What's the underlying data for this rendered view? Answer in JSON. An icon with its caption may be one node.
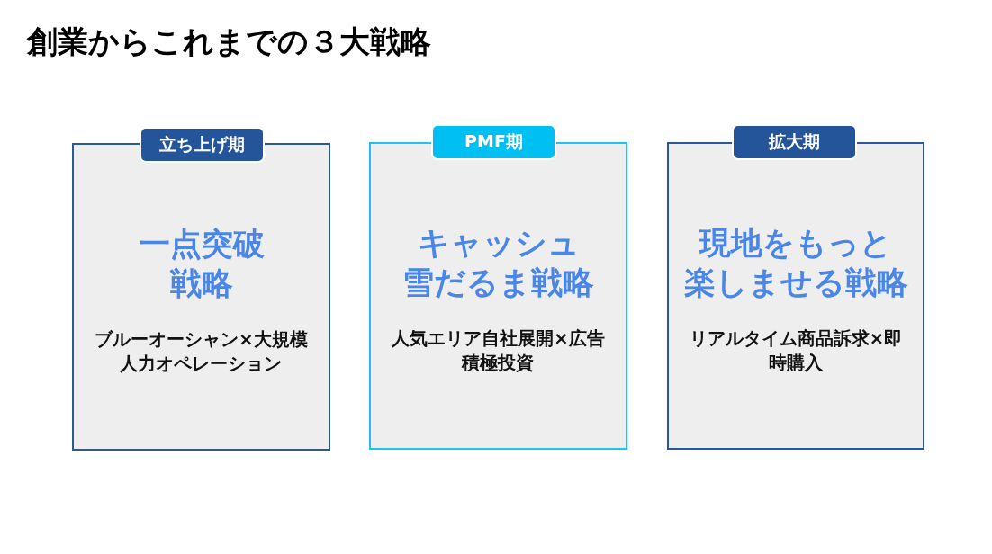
{
  "diagram": {
    "title": "創業からこれまでの３大戦略",
    "nodes": [
      {
        "text": [
          "立ち上げ期"
        ]
      },
      {
        "text": [
          "一点突破戦略",
          "ブルーオーシャン×大規模人力オペレーション"
        ]
      },
      {
        "text": [
          "PMF期"
        ]
      },
      {
        "text": [
          "キャッシュ雪だるま戦略",
          "人気エリア自社展開×広告積極投資"
        ]
      },
      {
        "text": [
          "拡大期"
        ]
      },
      {
        "text": [
          "現地をもっと楽しませる戦略",
          "リアルタイム商品訴求×即時購入"
        ]
      }
    ]
  }
}
